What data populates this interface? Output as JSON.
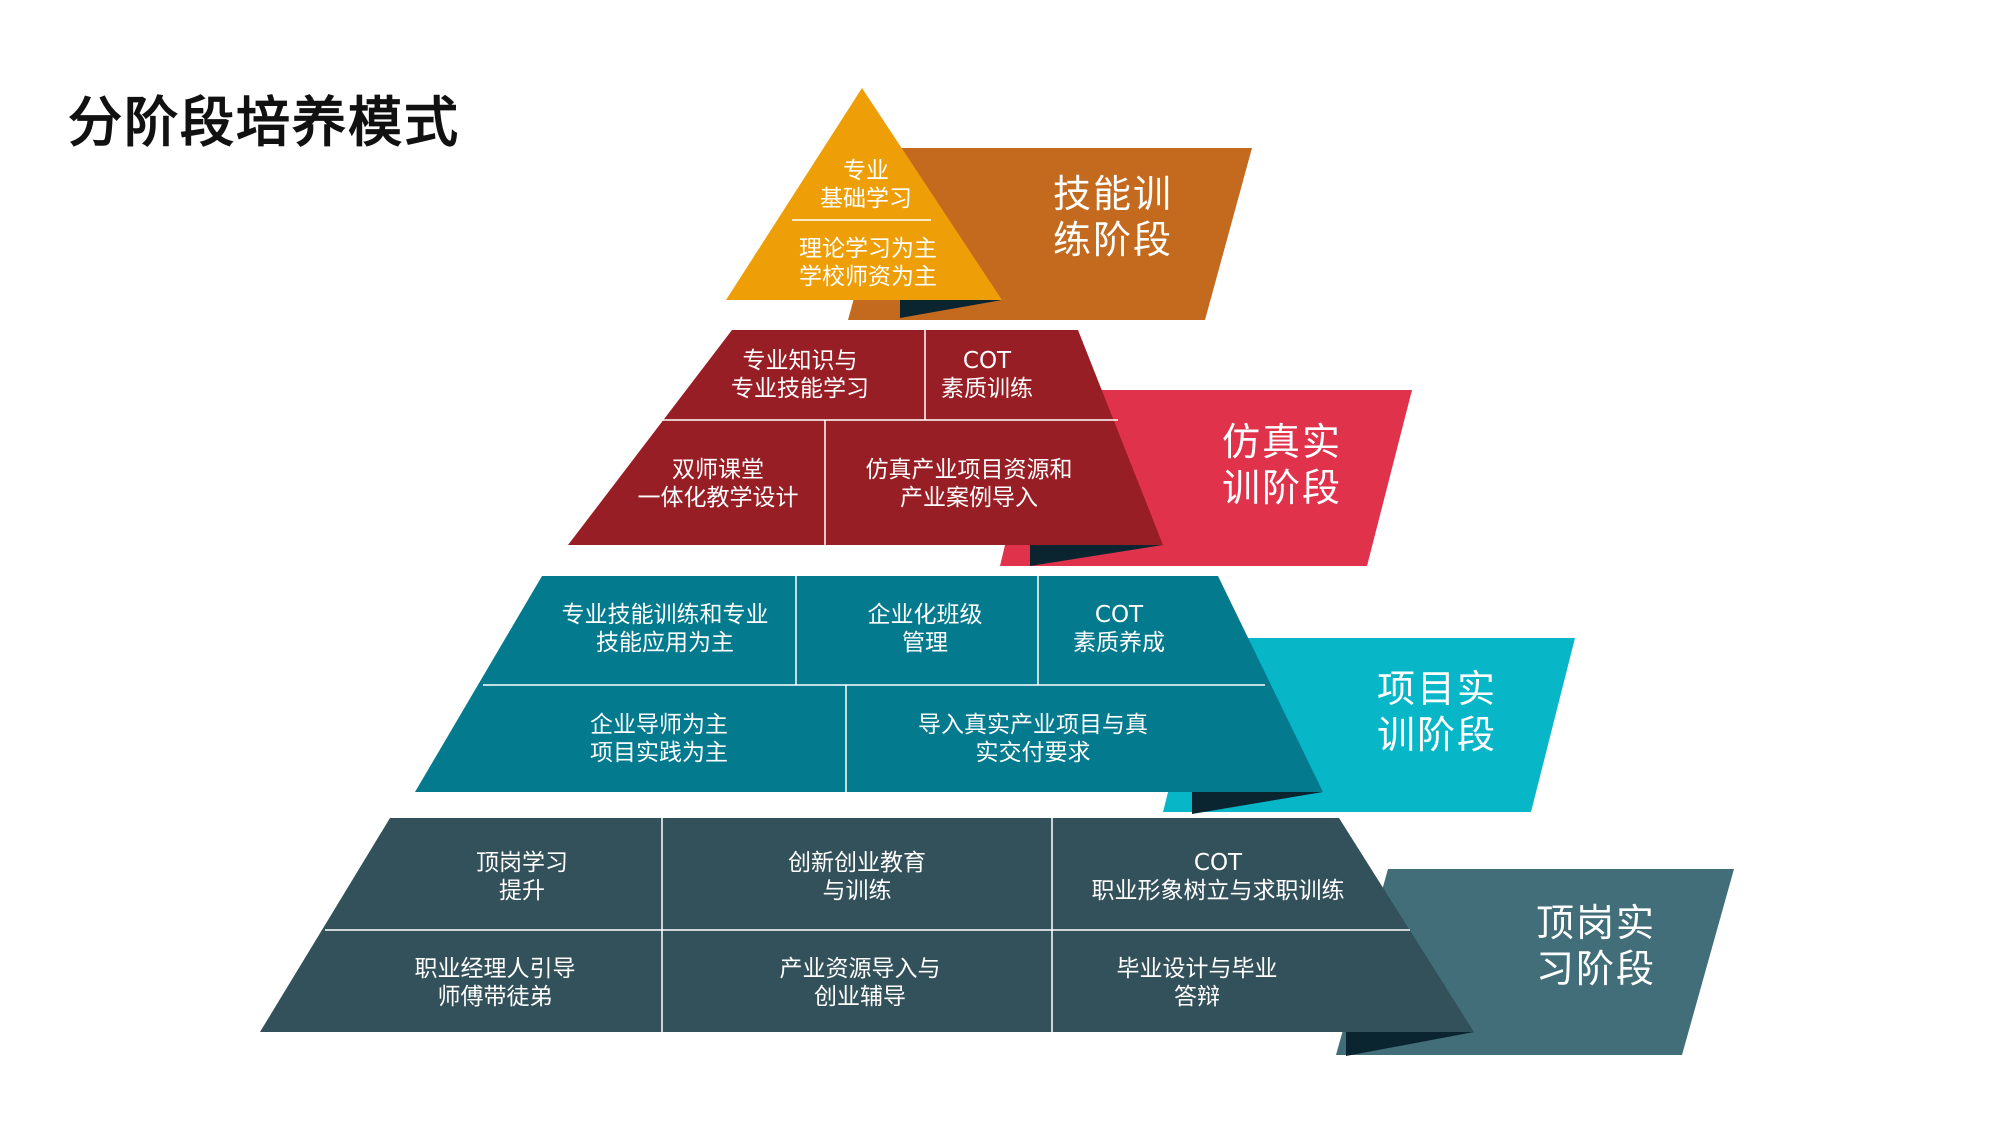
{
  "title": "分阶段培养模式",
  "colors": {
    "stage1_band": "#C46A1E",
    "stage1_tri": "#EE9E07",
    "stage2_band": "#E0324B",
    "stage2_tri": "#981E25",
    "stage3_band": "#07B7C8",
    "stage3_tri": "#047A8E",
    "stage4_band": "#416E78",
    "stage4_tri": "#33515A",
    "shadow": "#0B2530",
    "divider": "#FFFFFF"
  },
  "stages": [
    {
      "label_lines": [
        "技能训",
        "练阶段"
      ],
      "cells": [
        {
          "lines": [
            "专业",
            "基础学习"
          ]
        },
        {
          "lines": [
            "理论学习为主",
            "学校师资为主"
          ]
        }
      ]
    },
    {
      "label_lines": [
        "仿真实",
        "训阶段"
      ],
      "cells": [
        {
          "lines": [
            "专业知识与",
            "专业技能学习"
          ]
        },
        {
          "lines": [
            "COT",
            "素质训练"
          ]
        },
        {
          "lines": [
            "双师课堂",
            "一体化教学设计"
          ]
        },
        {
          "lines": [
            "仿真产业项目资源和",
            "产业案例导入"
          ]
        }
      ]
    },
    {
      "label_lines": [
        "项目实",
        "训阶段"
      ],
      "cells": [
        {
          "lines": [
            "专业技能训练和专业",
            "技能应用为主"
          ]
        },
        {
          "lines": [
            "企业化班级",
            "管理"
          ]
        },
        {
          "lines": [
            "COT",
            "素质养成"
          ]
        },
        {
          "lines": [
            "企业导师为主",
            "项目实践为主"
          ]
        },
        {
          "lines": [
            "导入真实产业项目与真",
            "实交付要求"
          ]
        }
      ]
    },
    {
      "label_lines": [
        "顶岗实",
        "习阶段"
      ],
      "cells": [
        {
          "lines": [
            "顶岗学习",
            "提升"
          ]
        },
        {
          "lines": [
            "创新创业教育",
            "与训练"
          ]
        },
        {
          "lines": [
            "COT",
            "职业形象树立与求职训练"
          ]
        },
        {
          "lines": [
            "职业经理人引导",
            "师傅带徒弟"
          ]
        },
        {
          "lines": [
            "产业资源导入与",
            "创业辅导"
          ]
        },
        {
          "lines": [
            "毕业设计与毕业",
            "答辩"
          ]
        }
      ]
    }
  ]
}
